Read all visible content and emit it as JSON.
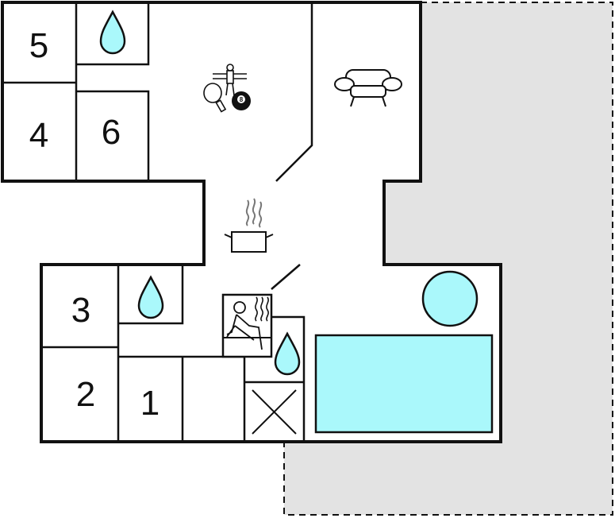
{
  "colors": {
    "wall": "#111111",
    "terrace": "#e3e3e3",
    "water": "#aaf8fb",
    "floor": "#ffffff"
  },
  "rooms": [
    {
      "id": "room-5",
      "label": "5"
    },
    {
      "id": "room-4",
      "label": "4"
    },
    {
      "id": "room-6",
      "label": "6"
    },
    {
      "id": "room-3",
      "label": "3"
    },
    {
      "id": "room-2",
      "label": "2"
    },
    {
      "id": "room-1",
      "label": "1"
    }
  ],
  "icons": [
    "water-drop-icon",
    "table-football-icon",
    "ping-pong-paddle-icon",
    "billiard-8-ball-icon",
    "sofa-icon",
    "cooking-pot-icon",
    "sauna-icon",
    "hot-tub-icon",
    "swimming-pool-icon",
    "bed-x-icon"
  ],
  "billiard_ball_label": "8"
}
